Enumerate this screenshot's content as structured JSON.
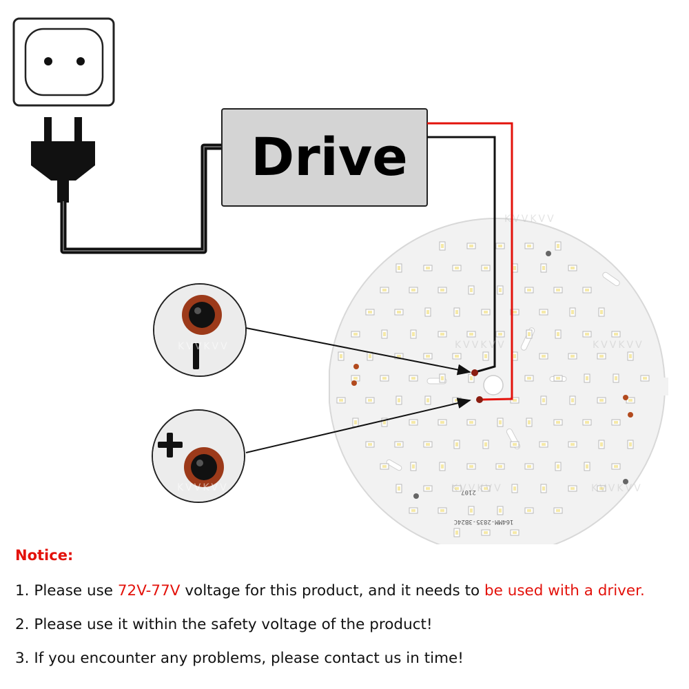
{
  "colors": {
    "accent_red": "#e3120b",
    "drive_box": "#d4d4d4",
    "wire_black": "#111111",
    "wire_red": "#e3120b"
  },
  "diagram": {
    "drive_label": "Drive",
    "watermark": "KVVKVV",
    "pcb_code": "164MM-2835-3B24C",
    "pcb_date": "2107",
    "icons": [
      "power-outlet-icon",
      "power-plug-icon",
      "minus-sign-icon",
      "plus-sign-icon"
    ]
  },
  "notice": {
    "title": "Notice:",
    "line1": {
      "pre": "1. Please use ",
      "voltage": "72V-77V",
      "mid": " voltage for this product, and it needs to ",
      "driver": "be used with a driver."
    },
    "line2": "2. Please use it within the safety voltage of the product!",
    "line3": "3. If you encounter any problems, please contact us in time!"
  }
}
